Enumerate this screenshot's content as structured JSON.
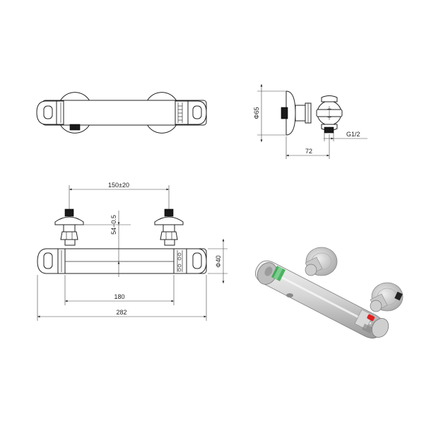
{
  "dimensions": {
    "diameter_65": "Φ65",
    "depth_72": "72",
    "thread": "G1/2",
    "centers": "150±20",
    "offset": "54−0.5",
    "diameter_40": "Φ40",
    "body_length": "180",
    "overall_length": "282"
  },
  "colors": {
    "line": "#222222",
    "chrome": "#d4d4d4",
    "red_button": "#e02020",
    "green_ring": "#2fa84a"
  }
}
